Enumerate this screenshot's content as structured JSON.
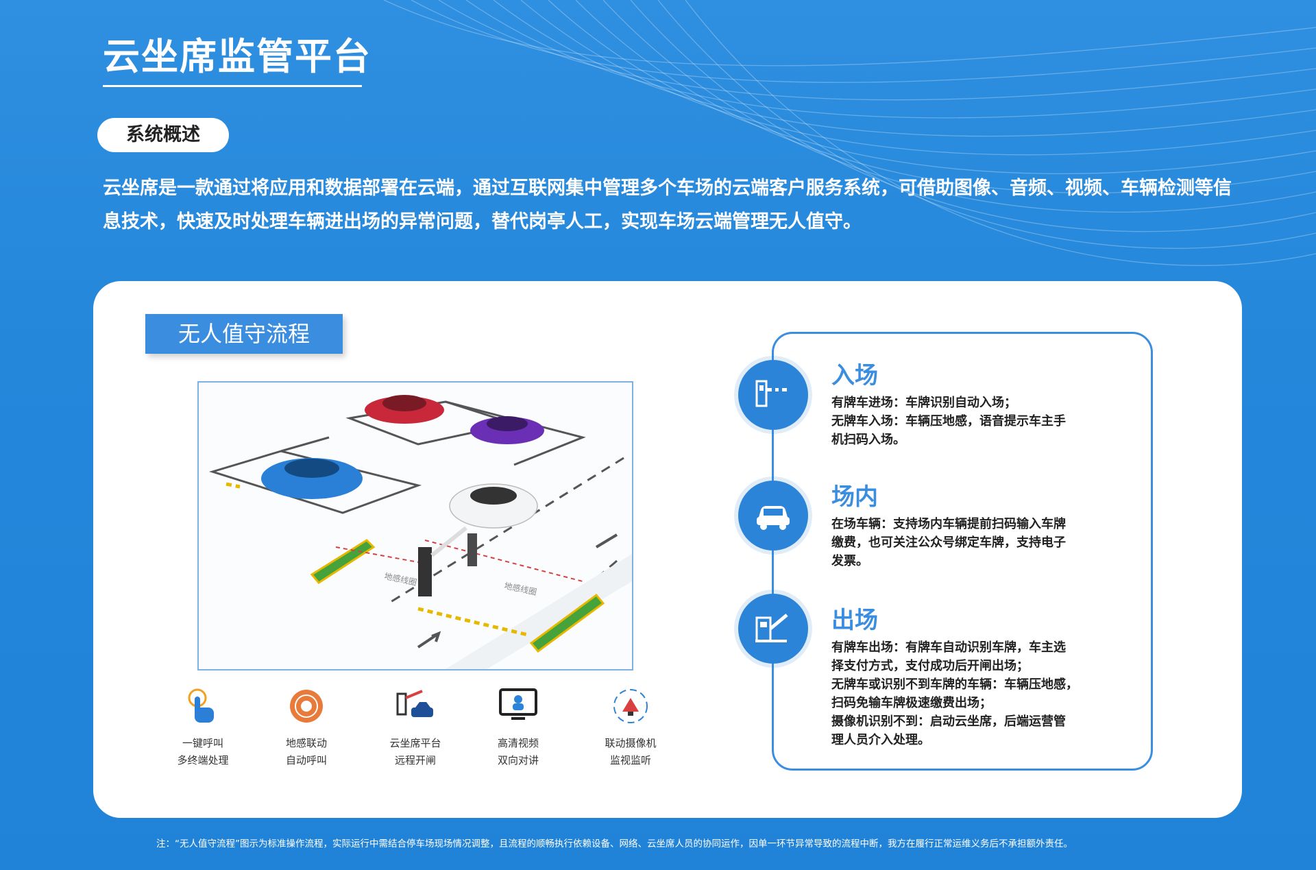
{
  "header": {
    "title": "云坐席监管平台",
    "section_label": "系统概述",
    "overview": "云坐席是一款通过将应用和数据部署在云端，通过互联网集中管理多个车场的云端客户服务系统，可借助图像、音频、视频、车辆检测等信息技术，快速及时处理车辆进出场的异常问题，替代岗亭人工，实现车场云端管理无人值守。"
  },
  "flow": {
    "tag": "无人值守流程",
    "scene_labels": [
      "地感线圈",
      "地感线圈"
    ],
    "features": [
      {
        "icon": "tap-hand-icon",
        "line1": "一键呼叫",
        "line2": "多终端处理"
      },
      {
        "icon": "ground-sensor-icon",
        "line1": "地感联动",
        "line2": "自动呼叫"
      },
      {
        "icon": "barrier-car-icon",
        "line1": "云坐席平台",
        "line2": "远程开闸"
      },
      {
        "icon": "monitor-video-icon",
        "line1": "高清视频",
        "line2": "双向对讲"
      },
      {
        "icon": "camera-linkage-icon",
        "line1": "联动摄像机",
        "line2": "监视监听"
      }
    ]
  },
  "steps": [
    {
      "icon": "entry-gate-icon",
      "title": "入场",
      "lines": [
        "有牌车进场：车牌识别自动入场；",
        "无牌车入场：车辆压地感，语音提示车主手",
        "机扫码入场。"
      ]
    },
    {
      "icon": "car-icon",
      "title": "场内",
      "lines": [
        "在场车辆：支持场内车辆提前扫码输入车牌",
        "缴费，也可关注公众号绑定车牌，支持电子",
        "发票。"
      ]
    },
    {
      "icon": "exit-booth-icon",
      "title": "出场",
      "lines": [
        "有牌车出场：有牌车自动识别车牌，车主选",
        "择支付方式，支付成功后开闸出场；",
        "无牌车或识别不到车牌的车辆：车辆压地感，",
        "扫码免输车牌极速缴费出场；",
        "摄像机识别不到：启动云坐席，后端运营管",
        "理人员介入处理。"
      ]
    }
  ],
  "footnote": "注：“无人值守流程”图示为标准操作流程，实际运行中需结合停车场现场情况调整，且流程的顺畅执行依赖设备、网络、云坐席人员的协同运作，因单一环节异常导致的流程中断，我方在履行正常运维义务后不承担额外责任。",
  "colors": {
    "brand_blue": "#2487da",
    "accent_blue": "#3b8de0",
    "white": "#ffffff"
  }
}
